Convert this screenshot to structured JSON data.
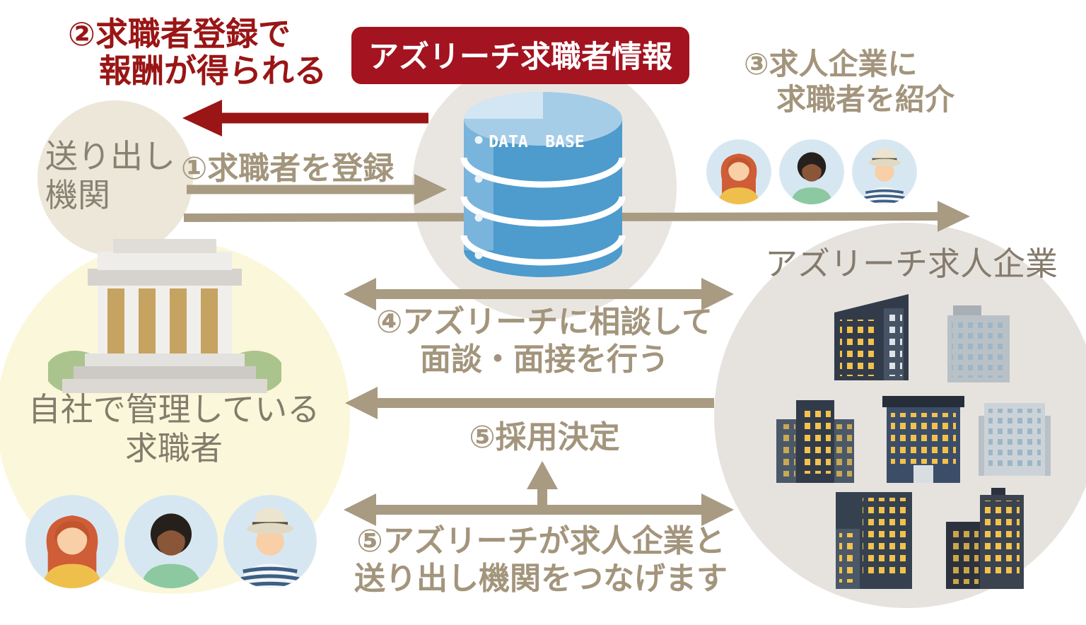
{
  "badge": {
    "label": "アズリーチ求職者情報"
  },
  "steps": {
    "step1_label": "①求職者を登録",
    "step2_line1": "②求職者登録で",
    "step2_line2": "報酬が得られる",
    "step3_line1": "③求人企業に",
    "step3_line2": "求職者を紹介",
    "step4_line1": "④アズリーチに相談して",
    "step4_line2": "面談・面接を行う",
    "step5_decision": "⑤採用決定",
    "step5_connect_line1": "⑤アズリーチが求人企業と",
    "step5_connect_line2": "送り出し機関をつなげます"
  },
  "entities": {
    "sending_org_line1": "送り出し",
    "sending_org_line2": "機関",
    "companies_label": "アズリーチ求人企業",
    "own_seekers_line1": "自社で管理している",
    "own_seekers_line2": "求職者"
  },
  "database": {
    "label_left": "DATA",
    "label_right": "BASE"
  },
  "colors": {
    "accent_red": "#9a1515",
    "badge_bg": "#a31320",
    "arrow_brown": "#a89b82",
    "label_brown": "#a3957c",
    "label_gray": "#857b6c",
    "db_blue": "#4e9bcd",
    "circle_beige": "#ece7d8",
    "circle_yellow": "#fbf7da",
    "circle_gray": "#e8e5e1"
  },
  "icons": {
    "database": "database-icon",
    "sending_building": "government-building-icon",
    "company_buildings": "office-buildings-icon",
    "avatars": [
      "woman-red-hair-avatar",
      "man-afro-avatar",
      "man-hat-avatar"
    ]
  }
}
